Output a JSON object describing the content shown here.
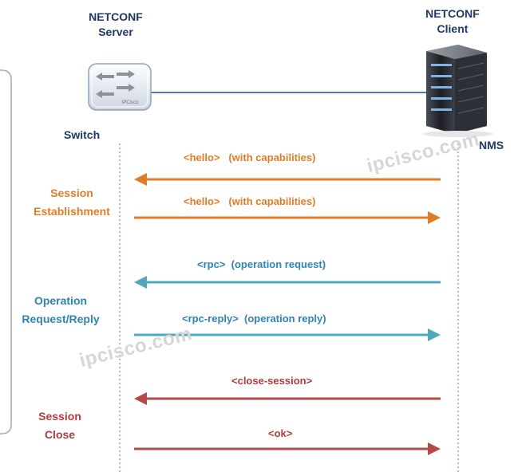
{
  "server": {
    "title_line1": "NETCONF",
    "title_line2": "Server",
    "device_label": "Switch",
    "device_icon_text": "IPCisco",
    "icon": "switch-icon"
  },
  "client": {
    "title_line1": "NETCONF",
    "title_line2": "Client",
    "device_label": "NMS",
    "icon": "server-rack-icon"
  },
  "phases": [
    {
      "line1": "Session",
      "line2": "Establishment",
      "color": "#e07c29"
    },
    {
      "line1": "Operation",
      "line2": "Request/Reply",
      "color": "#2e84b4"
    },
    {
      "line1": "Session",
      "line2": "Close",
      "color": "#b03c3c"
    }
  ],
  "messages": [
    {
      "text": "<hello>   (with capabilities)",
      "direction": "client-to-server",
      "color": "#e07c29"
    },
    {
      "text": "<hello>   (with capabilities)",
      "direction": "server-to-client",
      "color": "#e07c29"
    },
    {
      "text": "<rpc>  (operation request)",
      "direction": "client-to-server",
      "color": "#4fa8bb"
    },
    {
      "text": "<rpc-reply>  (operation reply)",
      "direction": "server-to-client",
      "color": "#4fa8bb"
    },
    {
      "text": "<close-session>",
      "direction": "client-to-server",
      "color": "#b34a4a"
    },
    {
      "text": "<ok>",
      "direction": "server-to-client",
      "color": "#b34a4a"
    }
  ],
  "watermark": "ipcisco.com",
  "colors": {
    "header": "#1f3864",
    "link_line": "#4a7ab8",
    "lifeline": "#4a7ab8"
  }
}
